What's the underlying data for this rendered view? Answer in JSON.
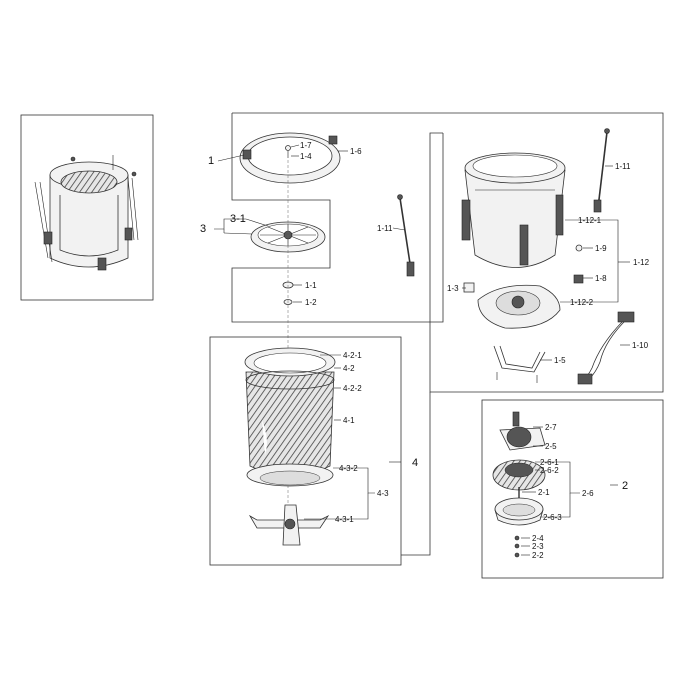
{
  "labels": {
    "p1": "1",
    "p1_7": "1-7",
    "p1_4": "1-4",
    "p1_6": "1-6",
    "p3": "3",
    "p3_1": "3-1",
    "p1_1": "1-1",
    "p1_2": "1-2",
    "p1_11a": "1-11",
    "p1_11b": "1-11",
    "p1_12_1": "1-12-1",
    "p1_9": "1-9",
    "p1_12": "1-12",
    "p1_3": "1-3",
    "p1_8": "1-8",
    "p1_12_2": "1-12-2",
    "p1_5": "1-5",
    "p1_10": "1-10",
    "p4_2_1": "4-2-1",
    "p4_2": "4-2",
    "p4_2_2": "4-2-2",
    "p4_1": "4-1",
    "p4": "4",
    "p4_3_2": "4-3-2",
    "p4_3": "4-3",
    "p4_3_1": "4-3-1",
    "p2_7": "2-7",
    "p2_5": "2-5",
    "p2_6_1": "2-6-1",
    "p2_6_2": "2-6-2",
    "p2": "2",
    "p2_1": "2-1",
    "p2_6": "2-6",
    "p2_6_3": "2-6-3",
    "p2_4": "2-4",
    "p2_3": "2-3",
    "p2_2": "2-2"
  }
}
